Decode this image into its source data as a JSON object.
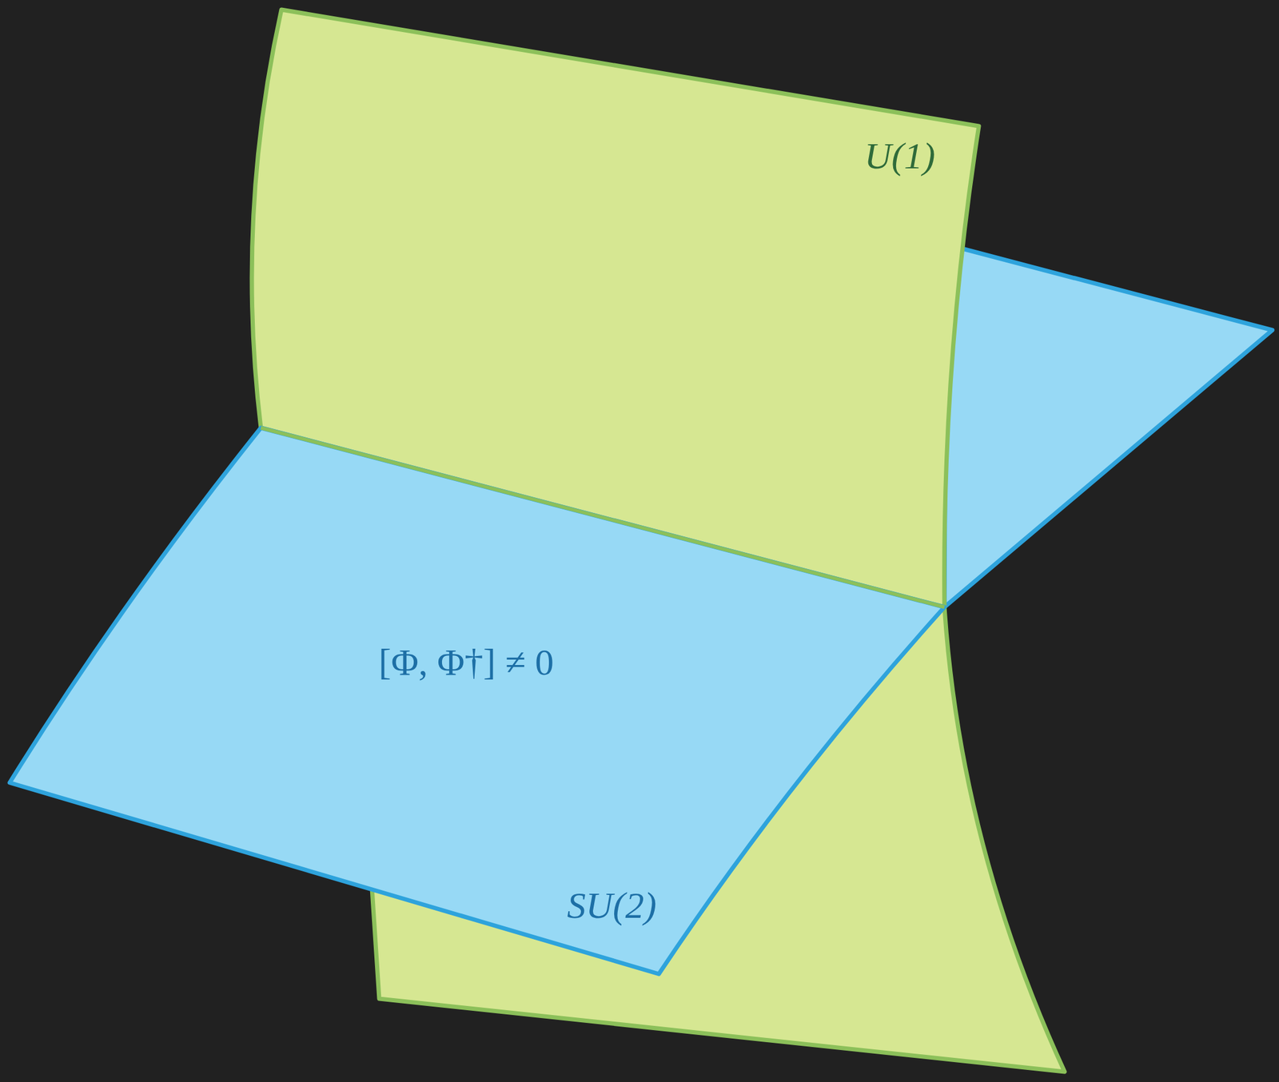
{
  "diagram": {
    "labels": [
      "U(1)",
      "SU(2)",
      "[Φ, Φ†] ≠ 0"
    ]
  }
}
